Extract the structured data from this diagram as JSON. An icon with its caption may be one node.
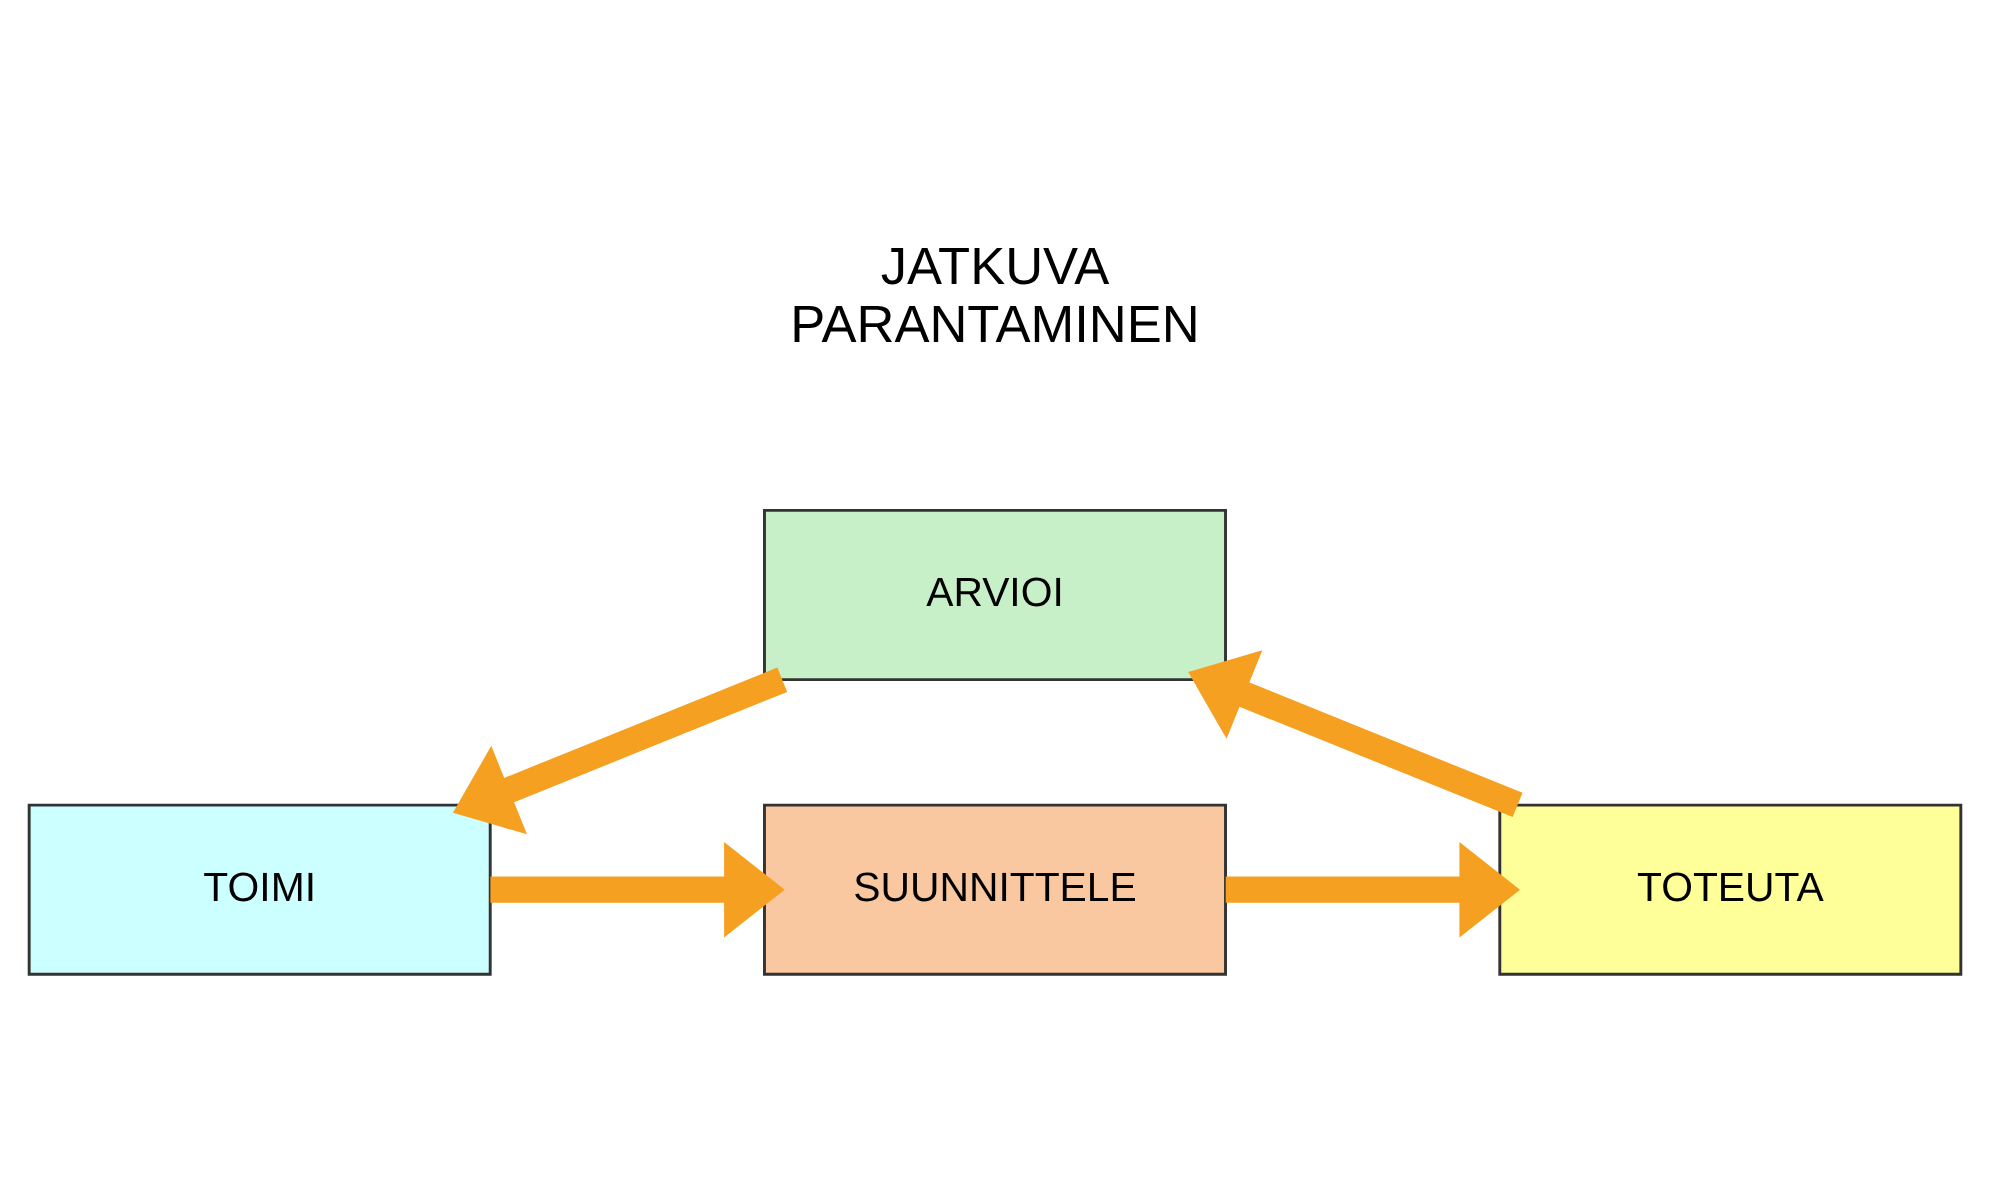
{
  "diagram": {
    "nodes": [
      {
        "text": [
          "SUUNNITTELE"
        ]
      },
      {
        "text": [
          "TOTEUTA"
        ]
      },
      {
        "text": [
          "ARVIOI"
        ]
      },
      {
        "text": [
          "TOIMI"
        ]
      }
    ],
    "edges": [
      {
        "from": 0,
        "to": 1,
        "arrow": "to"
      },
      {
        "from": 1,
        "to": 2,
        "arrow": "to"
      },
      {
        "from": 2,
        "to": 3,
        "arrow": "to"
      },
      {
        "from": 3,
        "to": 0,
        "arrow": "to"
      }
    ],
    "labels": [
      "JATKUVA PARANTAMINEN"
    ]
  }
}
